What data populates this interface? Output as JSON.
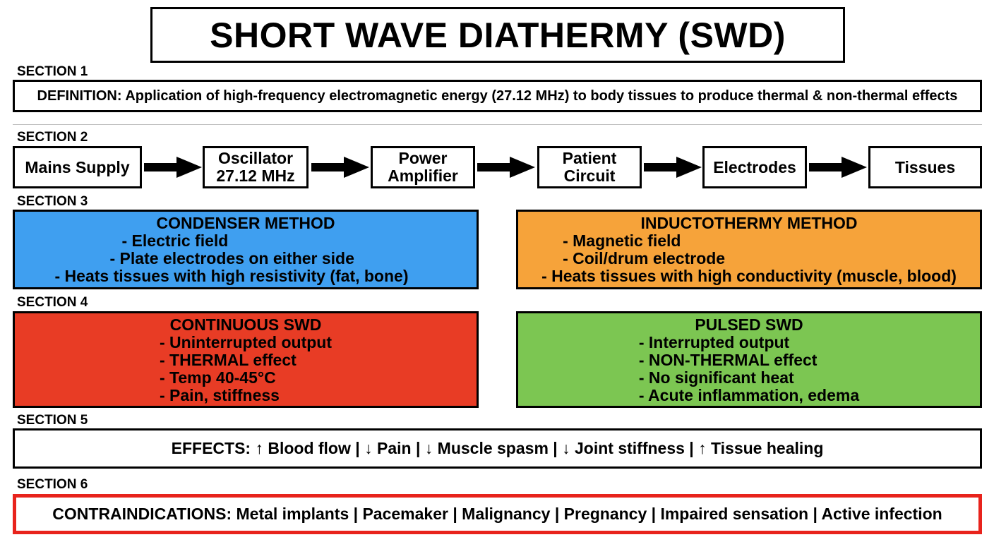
{
  "title": "SHORT WAVE DIATHERMY (SWD)",
  "sections": {
    "s1": "SECTION 1",
    "s2": "SECTION 2",
    "s3": "SECTION 3",
    "s4": "SECTION 4",
    "s5": "SECTION 5",
    "s6": "SECTION 6"
  },
  "definition": "DEFINITION: Application of high-frequency electromagnetic energy (27.12 MHz) to body tissues to produce thermal & non-thermal effects",
  "flow": [
    {
      "line1": "Mains Supply",
      "line2": ""
    },
    {
      "line1": "Oscillator",
      "line2": "27.12 MHz"
    },
    {
      "line1": "Power",
      "line2": "Amplifier"
    },
    {
      "line1": "Patient",
      "line2": "Circuit"
    },
    {
      "line1": "Electrodes",
      "line2": ""
    },
    {
      "line1": "Tissues",
      "line2": ""
    }
  ],
  "condenser": {
    "heading": "CONDENSER METHOD",
    "lines": [
      "- Electric field",
      "- Plate electrodes on either side",
      "- Heats tissues with high resistivity (fat, bone)"
    ],
    "color": "#3f9ff0"
  },
  "inductothermy": {
    "heading": "INDUCTOTHERMY METHOD",
    "lines": [
      "- Magnetic field",
      "- Coil/drum electrode",
      "- Heats tissues with high conductivity (muscle, blood)"
    ],
    "color": "#f6a33a"
  },
  "continuous": {
    "heading": "CONTINUOUS SWD",
    "lines": [
      "- Uninterrupted output",
      "- THERMAL effect",
      "- Temp 40-45°C",
      "- Pain, stiffness"
    ],
    "color": "#e83c25"
  },
  "pulsed": {
    "heading": "PULSED SWD",
    "lines": [
      "- Interrupted output",
      "- NON-THERMAL effect",
      "- No significant heat",
      "- Acute inflammation, edema"
    ],
    "color": "#7cc652"
  },
  "effects": "EFFECTS: ↑ Blood flow | ↓ Pain | ↓ Muscle spasm | ↓ Joint stiffness | ↑ Tissue healing",
  "contraindications": "CONTRAINDICATIONS: Metal implants | Pacemaker | Malignancy | Pregnancy | Impaired sensation | Active infection",
  "colors": {
    "contra_border": "#e8231c",
    "divider": "#bdbdbd"
  }
}
